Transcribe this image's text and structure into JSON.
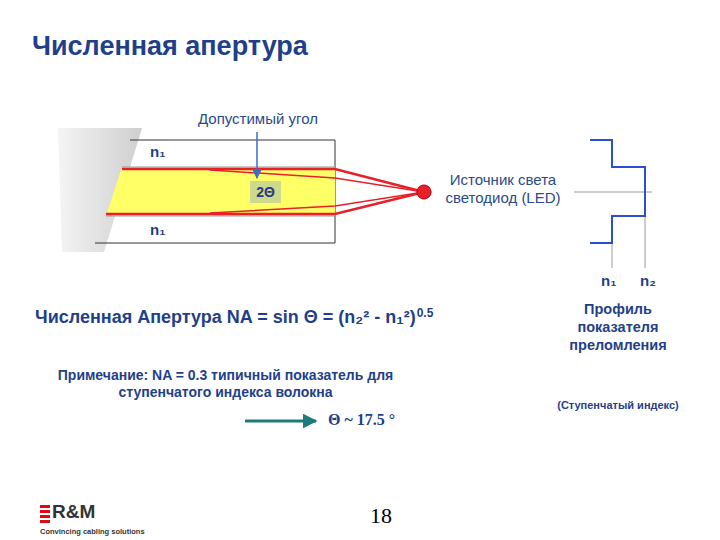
{
  "diagram": {
    "title": "Численная апертура",
    "nodes": [
      {
        "text": [
          "2Θ"
        ]
      }
    ],
    "labels": [
      "Допустимый угол",
      "n₁",
      "n₁",
      "Источник света светодиод (LED)",
      "n₁",
      "n₂",
      "Численная Апертура NA = sin Θ = (n₂² - n₁²)",
      "0.5",
      "Примечание: NA = 0.3 типичный показатель для ступенчатого индекса волокна",
      "Θ ~ 17.5 °",
      "Профиль показателя преломления",
      "(Ступенчатый индекс)",
      "R&M",
      "Convincing cabling solutions",
      "18"
    ]
  }
}
